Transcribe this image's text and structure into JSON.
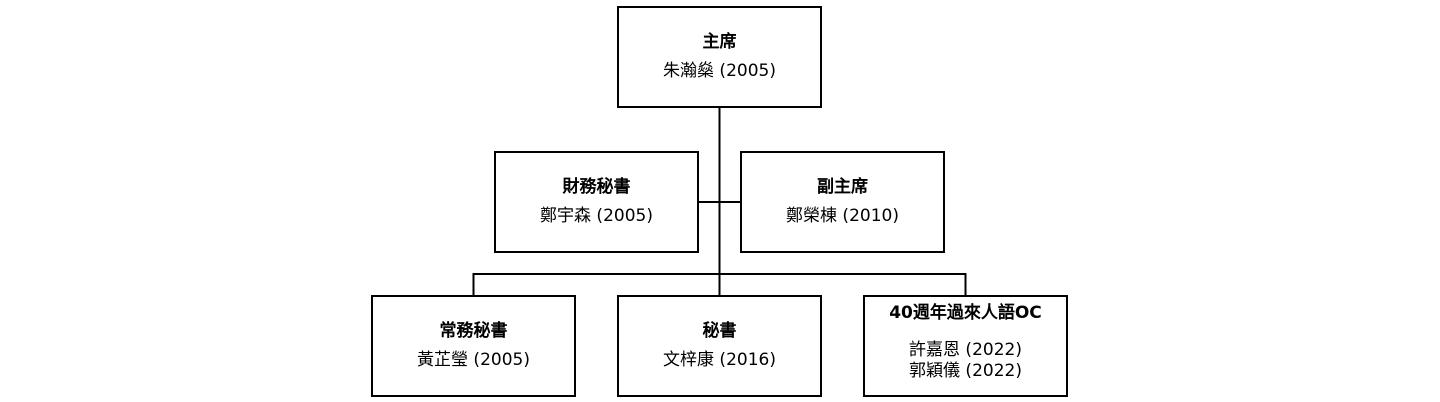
{
  "org_chart": {
    "chair": {
      "role": "主席",
      "names": [
        "朱瀚燊 (2005)"
      ]
    },
    "treasurer": {
      "role": "財務秘書",
      "names": [
        "鄭宇森 (2005)"
      ]
    },
    "vice_chair": {
      "role": "副主席",
      "names": [
        "鄭榮棟 (2010)"
      ]
    },
    "executive_secretary": {
      "role": "常務秘書",
      "names": [
        "黃芷瑩 (2005)"
      ]
    },
    "secretary": {
      "role": "秘書",
      "names": [
        "文梓康 (2016)"
      ]
    },
    "anniversary_oc": {
      "role": "40週年過來人語OC",
      "names": [
        "許嘉恩 (2022)",
        "郭穎儀 (2022)"
      ]
    }
  },
  "colors": {
    "line": "#000000",
    "box_border": "#000000",
    "background": "#ffffff"
  }
}
